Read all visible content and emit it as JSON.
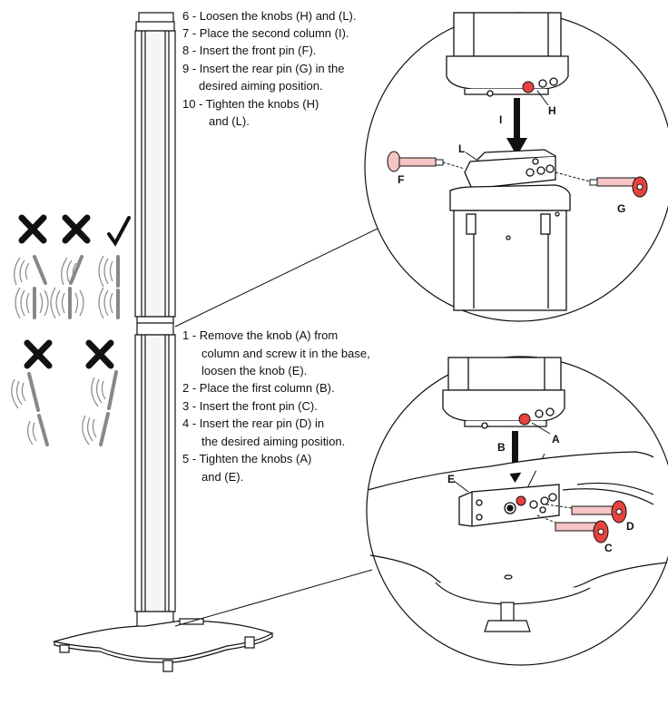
{
  "steps_top": [
    {
      "line1": "6 - Loosen the knobs (H) and (L)."
    },
    {
      "line1": "7 - Place the second column (I)."
    },
    {
      "line1": "8 - Insert the front pin (F)."
    },
    {
      "line1": "9 - Insert the rear pin (G) in the",
      "line2": "desired aiming position."
    },
    {
      "line1": "10 - Tighten the knobs (H)",
      "line2": "and (L)."
    }
  ],
  "steps_bottom": [
    {
      "line1": "1 - Remove the knob (A) from",
      "line2": "column and screw it in the base,",
      "line3": "loosen the knob (E)."
    },
    {
      "line1": "2 - Place the first column (B)."
    },
    {
      "line1": "3 - Insert the front pin (C)."
    },
    {
      "line1": "4 - Insert the rear pin (D) in",
      "line2": "the desired aiming position."
    },
    {
      "line1": "5 - Tighten the knobs (A)",
      "line2": "and (E)."
    }
  ],
  "labels_top": {
    "h": "H",
    "i": "I",
    "l": "L",
    "f": "F",
    "g": "G"
  },
  "labels_bottom": {
    "a": "A",
    "b": "B",
    "e": "E",
    "d": "D",
    "c": "C"
  },
  "colors": {
    "pin_red": "#e8423f",
    "pin_pink": "#f6c4c4",
    "line": "#111111",
    "gray": "#8a8a8a"
  },
  "icons": {
    "wrong": "cross-mark-icon",
    "right": "check-mark-icon"
  }
}
